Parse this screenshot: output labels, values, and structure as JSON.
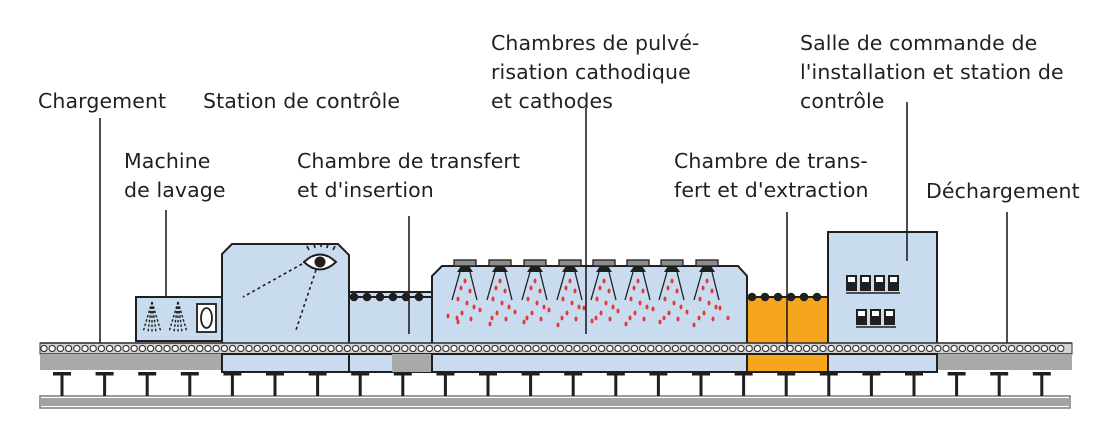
{
  "labels": {
    "chargement": "Chargement",
    "machine_lavage": "Machine\nde lavage",
    "station_controle": "Station de contrôle",
    "chambre_transfert_insertion": "Chambre de transfert\net d'insertion",
    "chambres_pulverisation": "Chambres de pulvé-\nrisation cathodique\net cathodes",
    "salle_commande": "Salle de commande de\nl'installation et station de\ncontrôle",
    "chambre_transfert_extraction": "Chambre de trans-\nfert et d'extraction",
    "dechargement": "Déchargement"
  },
  "colors": {
    "module_fill": "#c9dcef",
    "module_stroke": "#1f1f1f",
    "transfer_chamber": "#f5a51e",
    "spray_dots": "#e03a3a",
    "conveyor": "#d4d4d4",
    "rail": "#8a8a8a",
    "text": "#231f20"
  },
  "icons": [
    "spray-nozzle-icon",
    "eye-icon",
    "cathode-icon",
    "monitor-icon"
  ]
}
